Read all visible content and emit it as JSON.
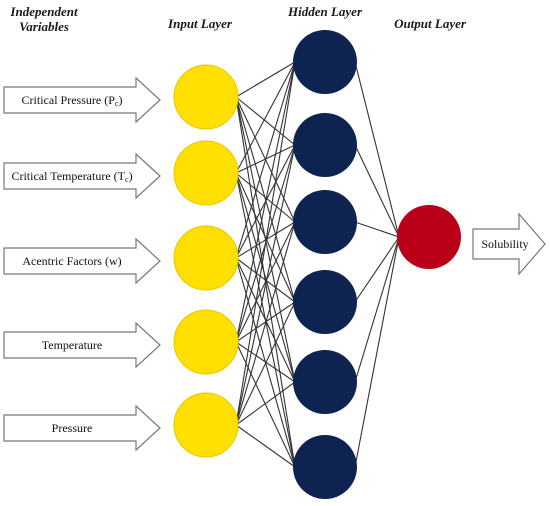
{
  "headers": {
    "independent": [
      "Independent",
      "Variables"
    ],
    "input": "Input Layer",
    "hidden": "Hidden Layer",
    "output": "Output Layer"
  },
  "inputs": [
    {
      "label": "Critical Pressure (P",
      "sub": "c",
      "tail": ")"
    },
    {
      "label": "Critical Temperature (T",
      "sub": "c",
      "tail": ")"
    },
    {
      "label": "Acentric Factors (w)",
      "sub": "",
      "tail": ""
    },
    {
      "label": "Temperature",
      "sub": "",
      "tail": ""
    },
    {
      "label": "Pressure",
      "sub": "",
      "tail": ""
    }
  ],
  "hidden_node_count": 6,
  "output": {
    "label": "Solubility"
  },
  "colors": {
    "input_node": "#FFE000",
    "input_node_stroke": "#e6c800",
    "hidden_node": "#0f2350",
    "output_node": "#b90016",
    "link": "#333333",
    "arrow_stroke": "#777777",
    "arrow_fill": "#ffffff"
  }
}
